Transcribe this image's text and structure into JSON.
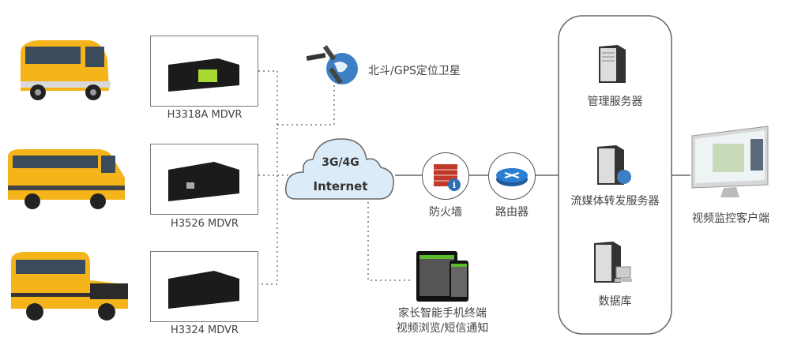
{
  "devices": [
    {
      "label": "H3318A MDVR"
    },
    {
      "label": "H3526 MDVR"
    },
    {
      "label": "H3324 MDVR"
    }
  ],
  "satellite": {
    "label": "北斗/GPS定位卫星"
  },
  "cloud": {
    "line1": "3G/4G",
    "line2": "Internet"
  },
  "firewall": {
    "label": "防火墙"
  },
  "router": {
    "label": "路由器"
  },
  "servers": [
    {
      "label": "管理服务器"
    },
    {
      "label": "流媒体转发服务器"
    },
    {
      "label": "数据库"
    }
  ],
  "client": {
    "label": "视频监控客户端"
  },
  "mobile": {
    "line1": "家长智能手机终端",
    "line2": "视频浏览/短信通知"
  },
  "colors": {
    "bus": "#f2b51a",
    "cloud": "#dcebf8",
    "lines": "#666666",
    "firewall": "#c0392b",
    "router": "#2c6fb7"
  }
}
